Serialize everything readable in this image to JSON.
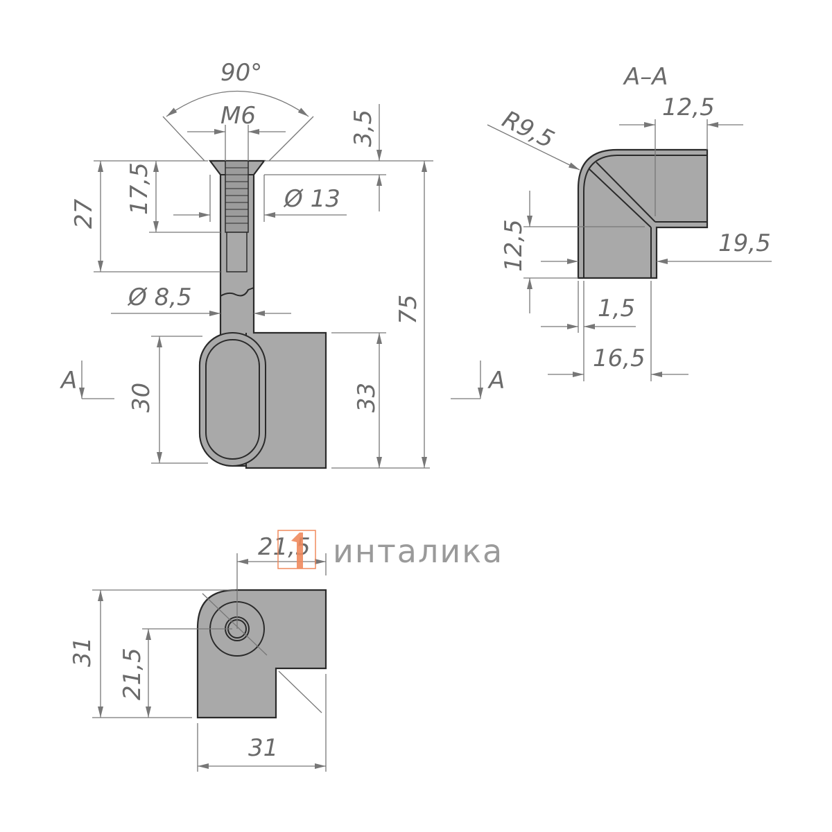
{
  "front_view": {
    "angle": "90°",
    "thread": "M6",
    "head_height": "3,5",
    "head_diameter": "Ø 13",
    "shank_diameter": "Ø 8,5",
    "screw_length": "27",
    "thread_length": "17,5",
    "total_height": "75",
    "oval_height": "30",
    "body_height": "33",
    "section_mark_left": "A",
    "section_mark_right": "A"
  },
  "section_view": {
    "title": "A–A",
    "radius": "R9,5",
    "top_width": "12,5",
    "left_height": "12,5",
    "overall_width": "19,5",
    "wall": "1,5",
    "bottom_width": "16,5"
  },
  "bottom_view": {
    "hole_offset_x": "21,5",
    "hole_offset_y": "21,5",
    "height": "31",
    "width": "31"
  },
  "logo": {
    "mark": "1",
    "text": "инталика",
    "accent_color": "#f08a5d"
  }
}
